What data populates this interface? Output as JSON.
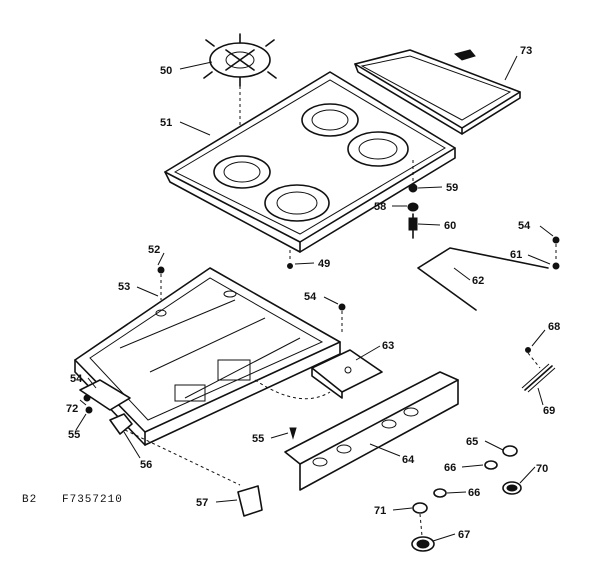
{
  "diagram": {
    "code_left": "B2",
    "code_right": "F7357210",
    "labels": {
      "l50": "50",
      "l51": "51",
      "l73": "73",
      "l59": "59",
      "l58": "58",
      "l60": "60",
      "l52": "52",
      "l53": "53",
      "l49": "49",
      "l54a": "54",
      "l61": "61",
      "l62": "62",
      "l54b": "54",
      "l63": "63",
      "l68": "68",
      "l54c": "54",
      "l72": "72",
      "l55a": "55",
      "l56": "56",
      "l55b": "55",
      "l64": "64",
      "l69": "69",
      "l65": "65",
      "l66a": "66",
      "l70": "70",
      "l57": "57",
      "l66b": "66",
      "l71": "71",
      "l67": "67"
    }
  }
}
